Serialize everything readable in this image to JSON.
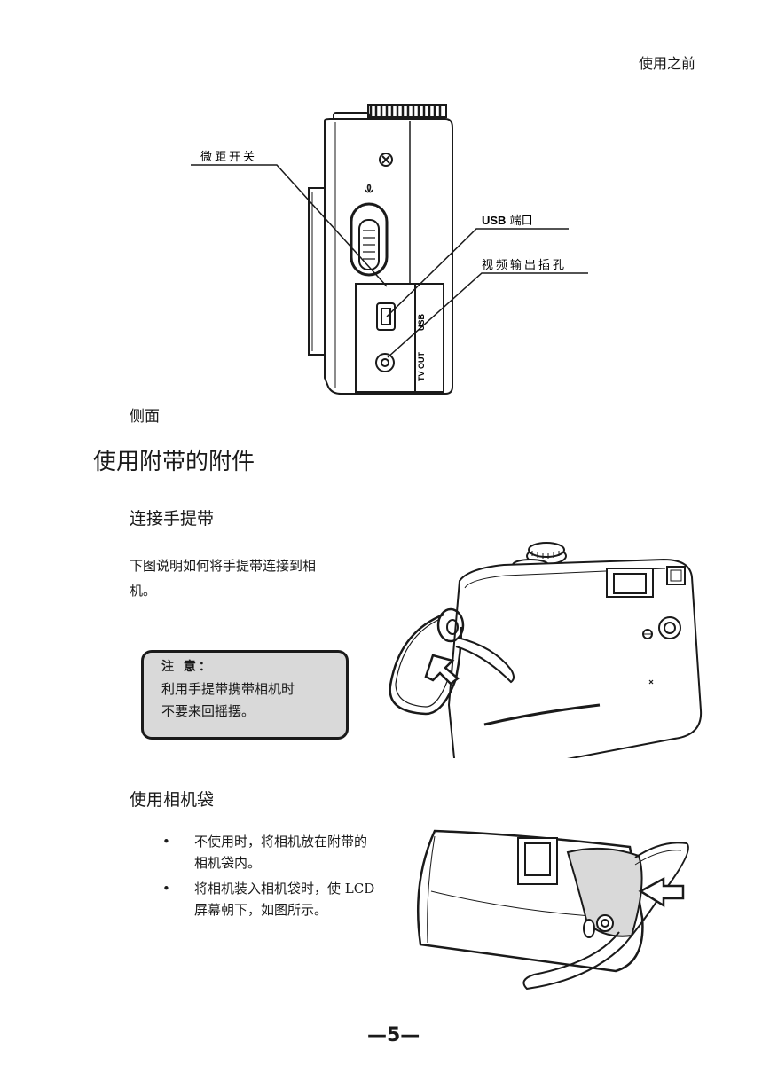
{
  "header": {
    "section": "使用之前"
  },
  "figure_side": {
    "callout_macro": "微距开关",
    "callout_usb_prefix": "USB",
    "callout_usb_suffix": " 端口",
    "callout_video": "视频输出插孔",
    "port_usb_label": "USB",
    "port_tv_label": "TV OUT",
    "caption": "侧面"
  },
  "section": {
    "title": "使用附带的附件"
  },
  "strap": {
    "title": "连接手提带",
    "desc_line1": "下图说明如何将手提带连接到相",
    "desc_line2": "机。",
    "note_title": "注 意：",
    "note_line1": "利用手提带携带相机时",
    "note_line2": "不要来回摇摆。"
  },
  "bag": {
    "title": "使用相机袋",
    "bullet_symbol": "•",
    "bullets": [
      {
        "line1": "不使用时，将相机放在附带的",
        "line2": "相机袋内。"
      },
      {
        "line1": "将相机装入相机袋时，使 LCD",
        "line2": "屏幕朝下，如图所示。"
      }
    ]
  },
  "footer": {
    "page_number": "—5—"
  }
}
